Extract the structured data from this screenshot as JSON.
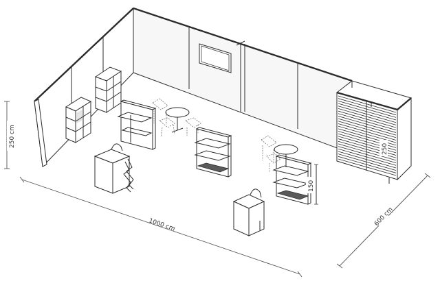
{
  "dimensions": {
    "width_label": "1000 cm",
    "depth_label": "600 cm",
    "wall_height_label": "250 cm",
    "cabin_height_label": "250",
    "shelf_height_label": "150"
  }
}
